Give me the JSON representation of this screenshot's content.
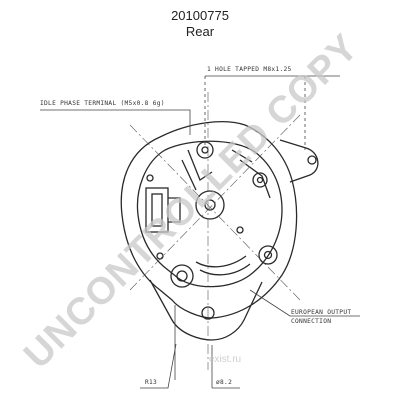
{
  "header": {
    "part_number": "20100775",
    "view": "Rear"
  },
  "callouts": {
    "hole_tapped": "1 HOLE TAPPED M8x1.25",
    "idle_phase": "IDLE PHASE TERMINAL (M5x0.8 6g)",
    "european_line1": "EUROPEAN OUTPUT",
    "european_line2": "CONNECTION",
    "radius": "R13",
    "diameter": "ø8.2"
  },
  "watermark": {
    "text": "UNCONTROLLED COPY",
    "color": "#c8c8c8"
  },
  "site_mark": {
    "text": "exist.ru"
  },
  "colors": {
    "line": "#2a2a2a",
    "leader": "#444444"
  }
}
